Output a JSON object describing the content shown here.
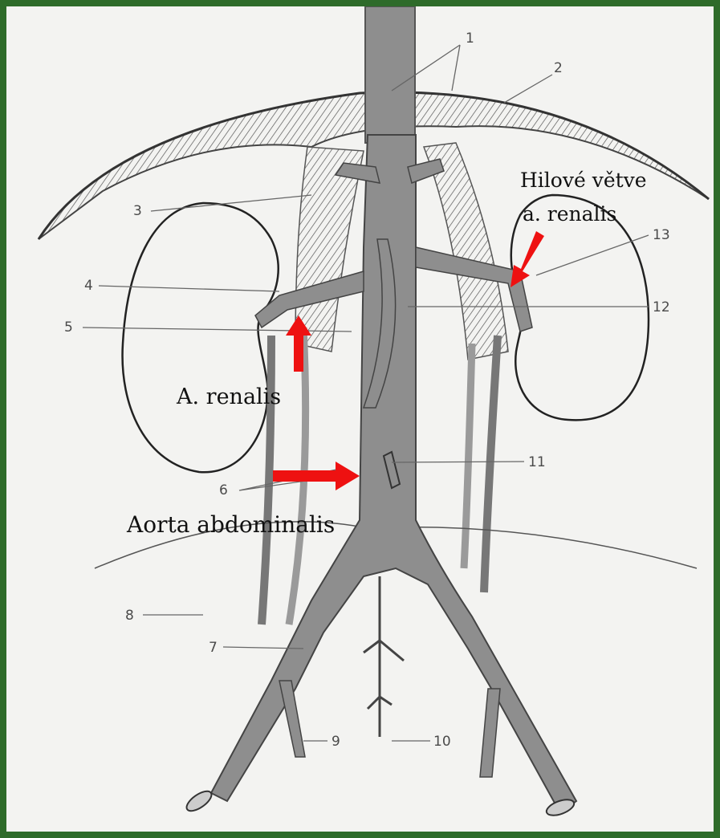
{
  "diagram": {
    "numbers": {
      "n1": "1",
      "n2": "2",
      "n3": "3",
      "n4": "4",
      "n5": "5",
      "n6": "6",
      "n7": "7",
      "n8": "8",
      "n9": "9",
      "n10": "10",
      "n11": "11",
      "n12": "12",
      "n13": "13"
    },
    "annotations": {
      "hilove_line1": "Hilové větve",
      "hilove_line2": "a. renalis",
      "a_renalis": "A. renalis",
      "aorta": "Aorta abdominalis"
    },
    "colors": {
      "border": "#2e6b2a",
      "paper": "#f3f3f1",
      "vessel": "#8e8e8e",
      "arrow": "#ee1111"
    }
  }
}
